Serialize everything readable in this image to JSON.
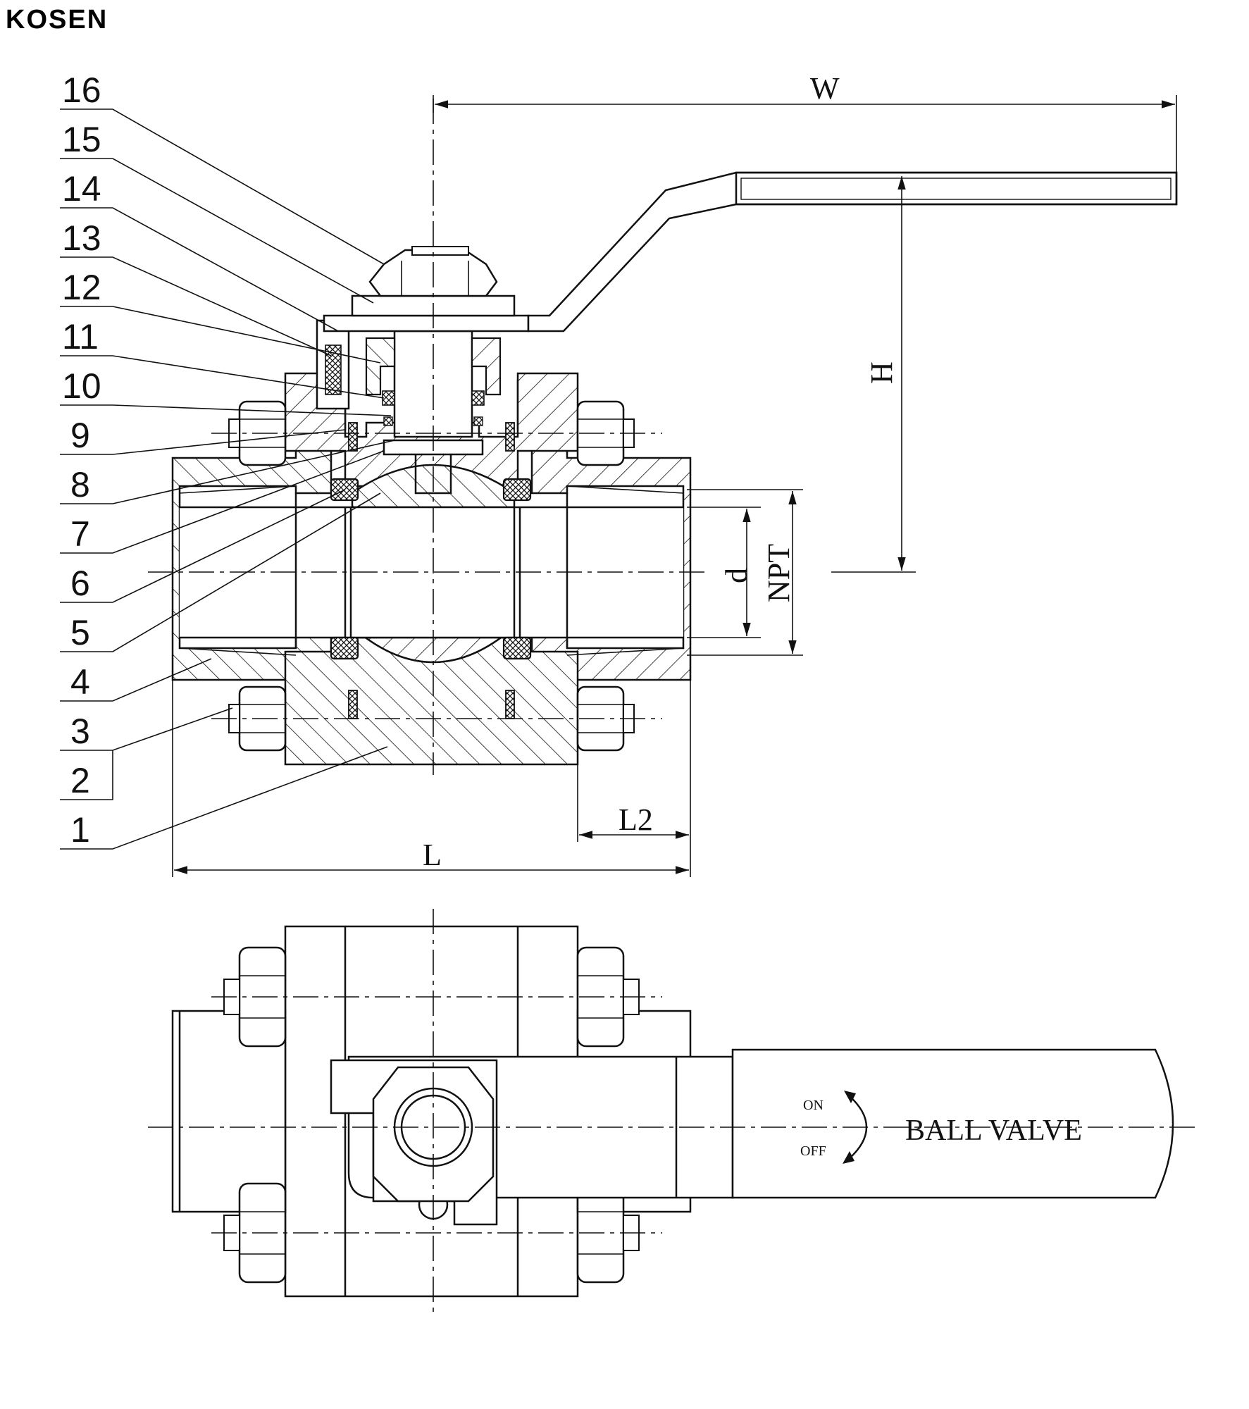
{
  "brand": "KOSEN",
  "callouts": [
    "16",
    "15",
    "14",
    "13",
    "12",
    "11",
    "10",
    "9",
    "8",
    "7",
    "6",
    "5",
    "4",
    "3",
    "2",
    "1"
  ],
  "dimensions": {
    "w": "W",
    "h": "H",
    "l": "L",
    "l2": "L2",
    "d": "d",
    "npt": "NPT"
  },
  "handle": {
    "on": "ON",
    "off": "OFF",
    "label": "BALL VALVE"
  }
}
